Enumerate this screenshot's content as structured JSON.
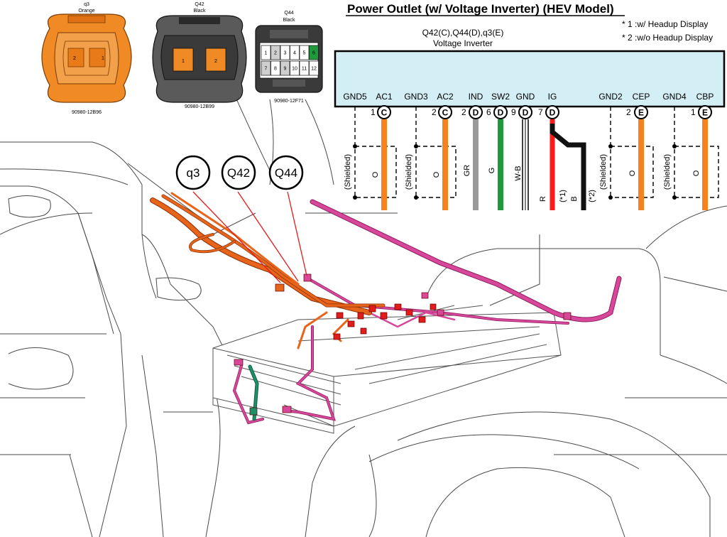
{
  "title": "Power Outlet (w/ Voltage Inverter) (HEV Model)",
  "notes": [
    "* 1 :w/ Headup Display",
    "* 2 :w/o Headup Display"
  ],
  "component": {
    "connectors": "Q42(C),Q44(D),q3(E)",
    "name": "Voltage Inverter",
    "box_color": "#d4eef5"
  },
  "terminals": [
    {
      "name": "GND5",
      "connector": "",
      "pin": ""
    },
    {
      "name": "AC1",
      "connector": "C",
      "pin": "1"
    },
    {
      "name": "GND3",
      "connector": "",
      "pin": ""
    },
    {
      "name": "AC2",
      "connector": "C",
      "pin": "2"
    },
    {
      "name": "IND",
      "connector": "D",
      "pin": "2"
    },
    {
      "name": "SW2",
      "connector": "D",
      "pin": "6"
    },
    {
      "name": "GND",
      "connector": "D",
      "pin": "9"
    },
    {
      "name": "IG",
      "connector": "D",
      "pin": "7"
    },
    {
      "name": "GND2",
      "connector": "",
      "pin": ""
    },
    {
      "name": "CEP",
      "connector": "E",
      "pin": "2"
    },
    {
      "name": "GND4",
      "connector": "",
      "pin": ""
    },
    {
      "name": "CBP",
      "connector": "E",
      "pin": "1"
    }
  ],
  "wires": [
    {
      "label": "O",
      "color": "#f5821f"
    },
    {
      "label": "O",
      "color": "#f5821f"
    },
    {
      "label": "GR",
      "color": "#9a9a9a"
    },
    {
      "label": "G",
      "color": "#1e9a3c"
    },
    {
      "label": "W-B",
      "color": "#ffffff"
    },
    {
      "label": "R",
      "color": "#ff1a1a"
    },
    {
      "label": "(*1)",
      "color": ""
    },
    {
      "label": "B",
      "color": "#111111"
    },
    {
      "label": "(*2)",
      "color": ""
    },
    {
      "label": "O",
      "color": "#f5821f"
    },
    {
      "label": "O",
      "color": "#f5821f"
    }
  ],
  "shielded_label": "(Shielded)",
  "callouts": [
    "q3",
    "Q42",
    "Q44"
  ],
  "connector_views": [
    {
      "code": "q3",
      "color_name": "Orange",
      "part": "90980-12B96",
      "pin_labels": [
        "1",
        "2"
      ]
    },
    {
      "code": "Q42",
      "color_name": "Black",
      "part": "90980-12B99",
      "pin_labels": [
        "1",
        "2"
      ]
    },
    {
      "code": "Q44",
      "color_name": "Black",
      "part": "90980-12F71",
      "pin_labels": [
        "1",
        "2",
        "3",
        "4",
        "5",
        "6",
        "7",
        "8",
        "9",
        "10",
        "11",
        "12"
      ]
    }
  ],
  "colors": {
    "orange_harness": "#e8641a",
    "pink_harness": "#d9479a",
    "green_harness": "#1f8f6a",
    "red_connector": "#e21b1b",
    "line": "#333333"
  }
}
